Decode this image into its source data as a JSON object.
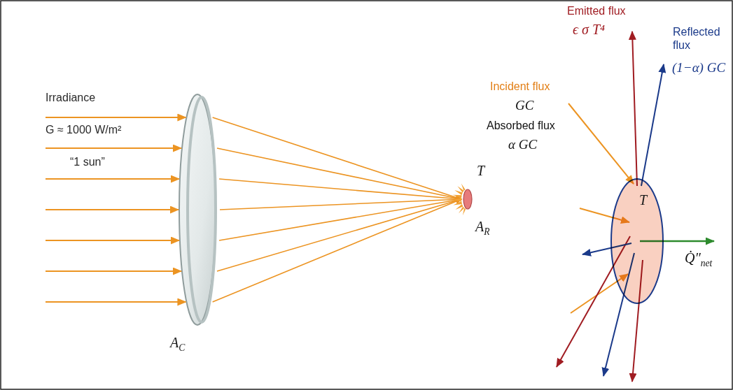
{
  "diagram": {
    "nodes": [
      {
        "text": [
          "T"
        ]
      }
    ],
    "labels": [
      "Irradiance",
      "G ≈ 1000 W/m²",
      "“1 sun”",
      "T",
      "AR",
      "AC",
      "Emitted flux",
      "ϵ σ T⁴",
      "Reflected flux",
      "(1−α) GC",
      "Incident flux",
      "GC",
      "Absorbed flux",
      "α GC",
      "Q̇″net"
    ]
  }
}
